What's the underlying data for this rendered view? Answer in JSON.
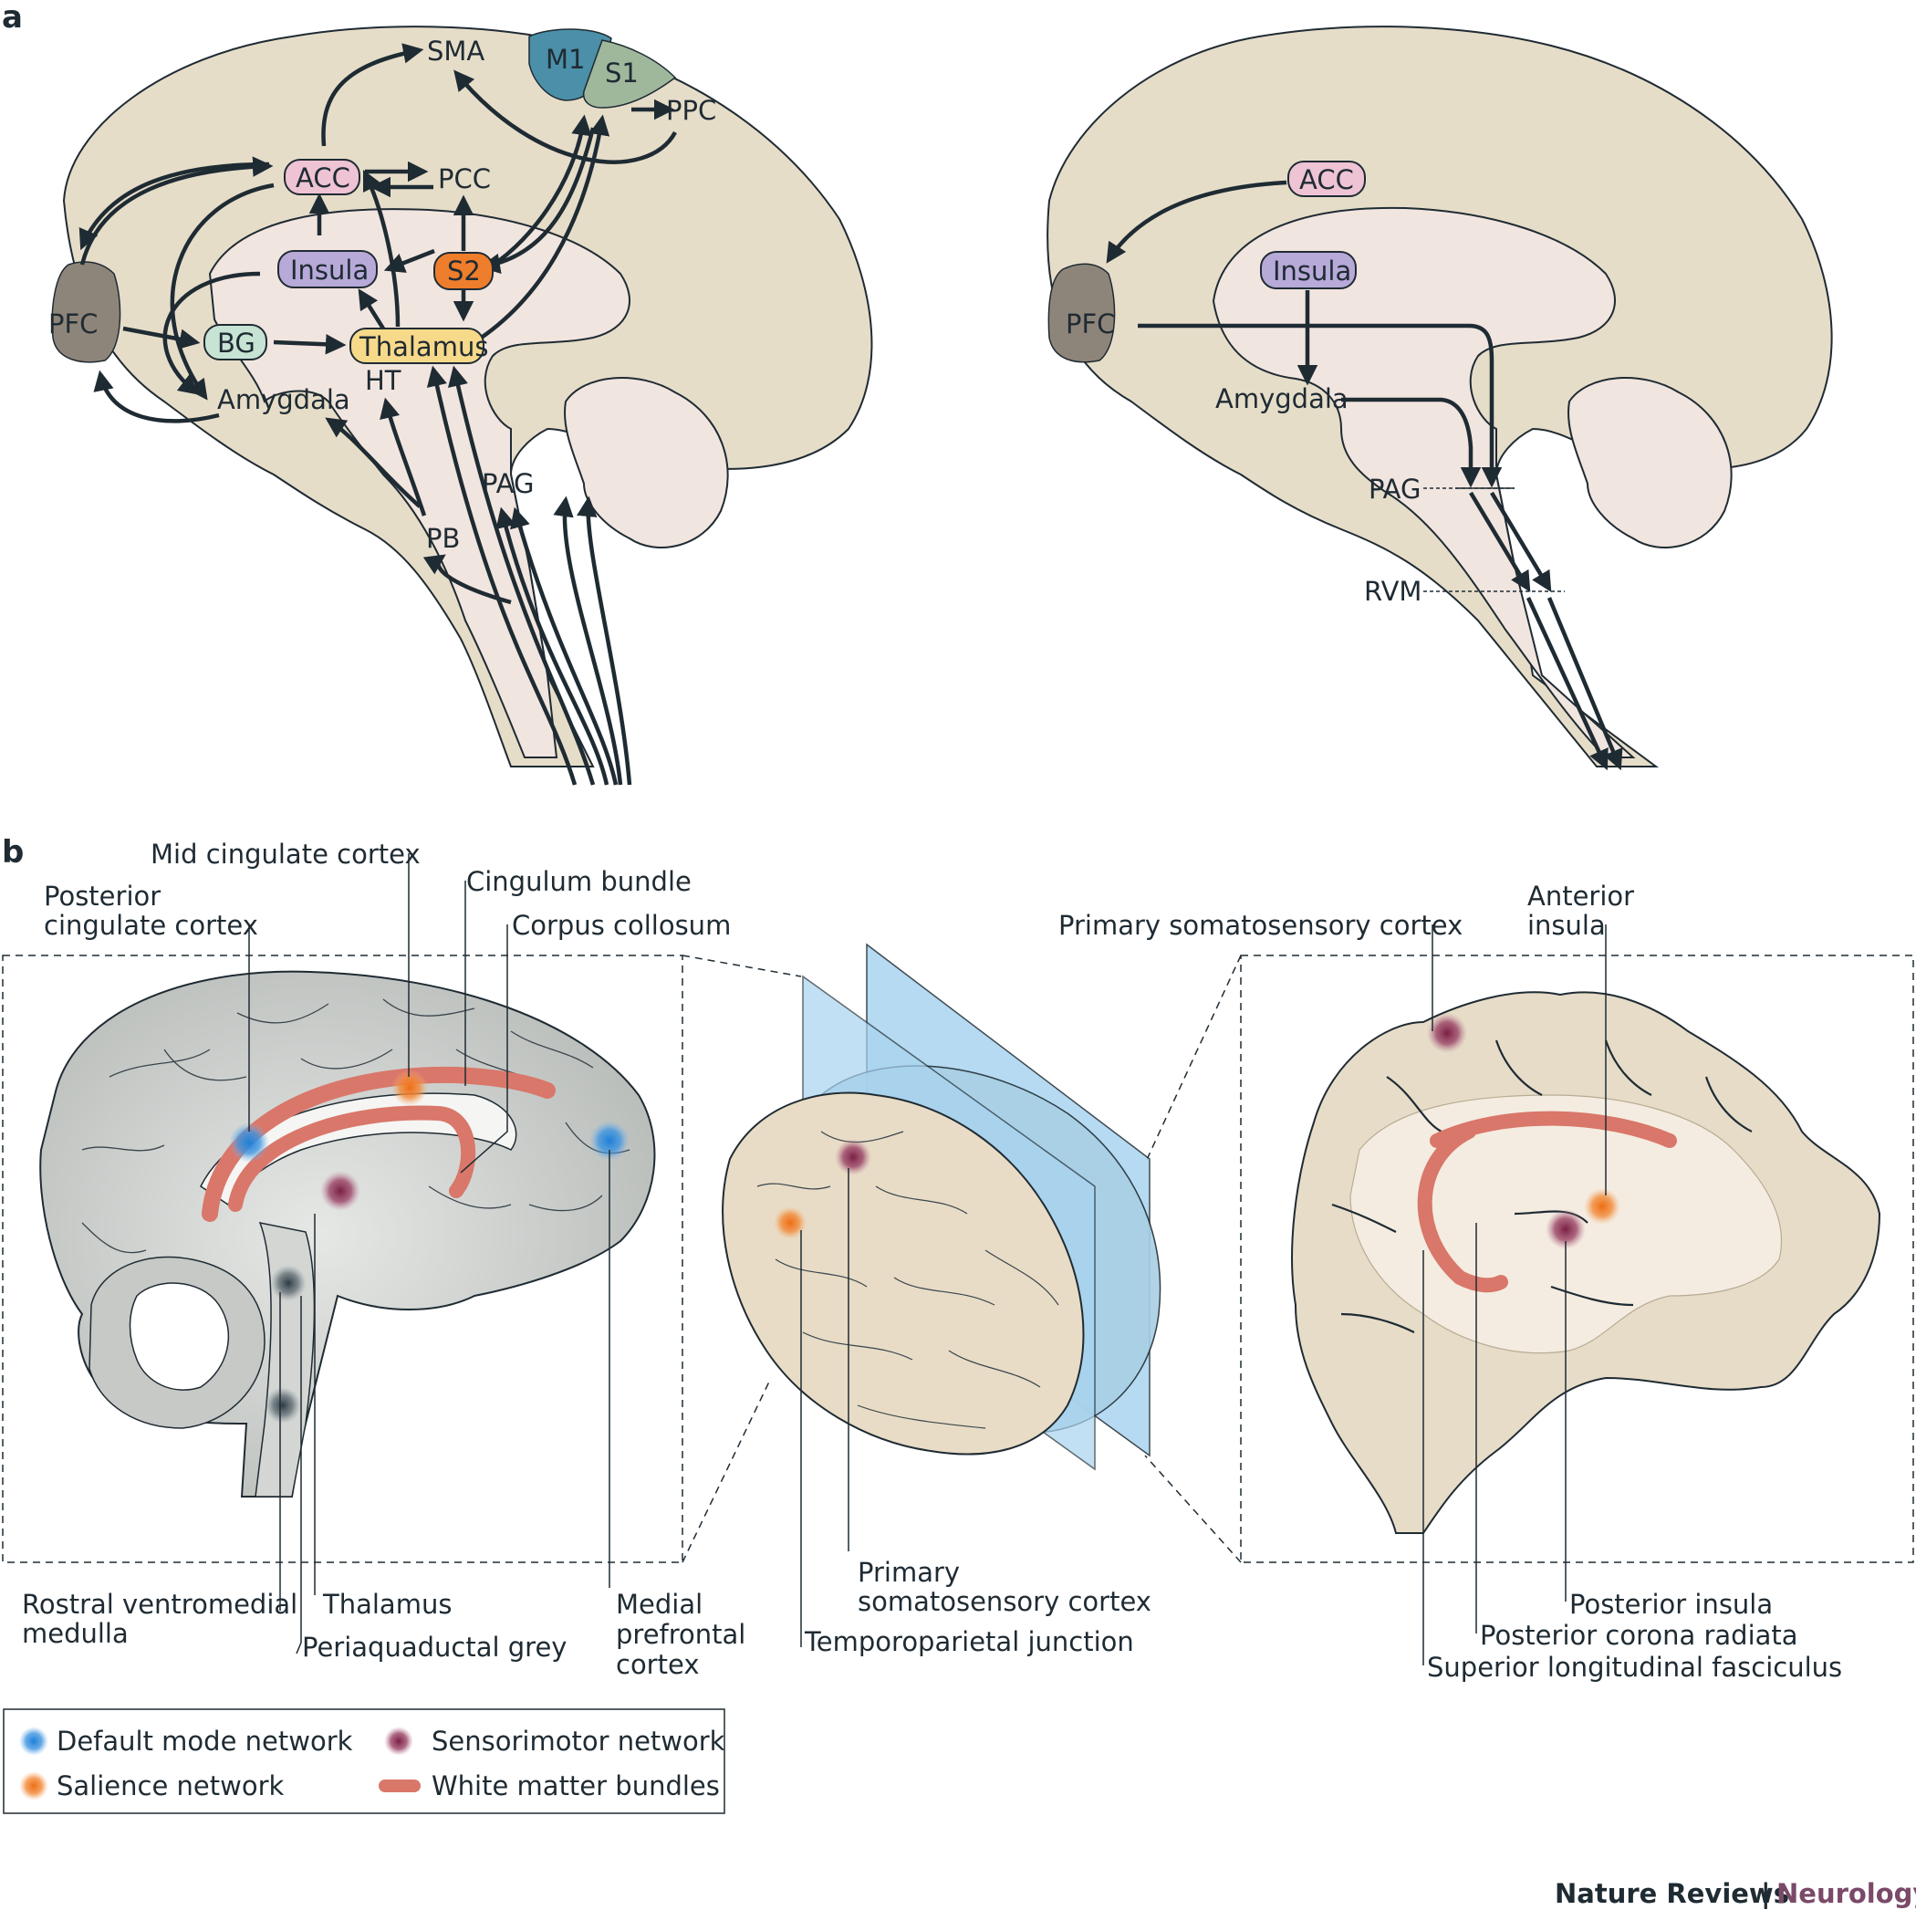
{
  "panel_a": {
    "label": "a",
    "left": {
      "SMA": "SMA",
      "M1": "M1",
      "S1": "S1",
      "PPC": "PPC",
      "ACC": "ACC",
      "PCC": "PCC",
      "PFC": "PFC",
      "Insula": "Insula",
      "S2": "S2",
      "BG": "BG",
      "Thalamus": "Thalamus",
      "HT": "HT",
      "Amygdala": "Amygdala",
      "PAG": "PAG",
      "PB": "PB"
    },
    "right": {
      "ACC": "ACC",
      "PFC": "PFC",
      "Insula": "Insula",
      "Amygdala": "Amygdala",
      "PAG": "PAG",
      "RVM": "RVM"
    }
  },
  "panel_b": {
    "label": "b",
    "labels": {
      "mid_cingulate": "Mid cingulate cortex",
      "cingulum_bundle": "Cingulum bundle",
      "posterior_cingulate_1": "Posterior",
      "posterior_cingulate_2": "cingulate cortex",
      "corpus_collosum": "Corpus collosum",
      "primary_somatosensory_top": "Primary somatosensory cortex",
      "anterior_insula_1": "Anterior",
      "anterior_insula_2": "insula",
      "rvm_1": "Rostral ventromedial",
      "rvm_2": "medulla",
      "thalamus": "Thalamus",
      "pag": "Periaquaductal grey",
      "mpfc_1": "Medial",
      "mpfc_2": "prefrontal",
      "mpfc_3": "cortex",
      "primary_somato_bottom_1": "Primary",
      "primary_somato_bottom_2": "somatosensory cortex",
      "tpj": "Temporoparietal junction",
      "posterior_insula": "Posterior insula",
      "posterior_corona_radiata": "Posterior corona radiata",
      "slf": "Superior longitudinal fasciculus"
    }
  },
  "legend": {
    "items": [
      {
        "label": "Default mode network",
        "color": "#2a86d6",
        "kind": "dot"
      },
      {
        "label": "Salience network",
        "color": "#ee7a1c",
        "kind": "dot"
      },
      {
        "label": "Sensorimotor network",
        "color": "#8a2f52",
        "kind": "dot"
      },
      {
        "label": "White matter bundles",
        "color": "#d9776a",
        "kind": "bar"
      }
    ]
  },
  "brand": {
    "journal": "Nature Reviews",
    "separator": "|",
    "section": "Neurology"
  }
}
